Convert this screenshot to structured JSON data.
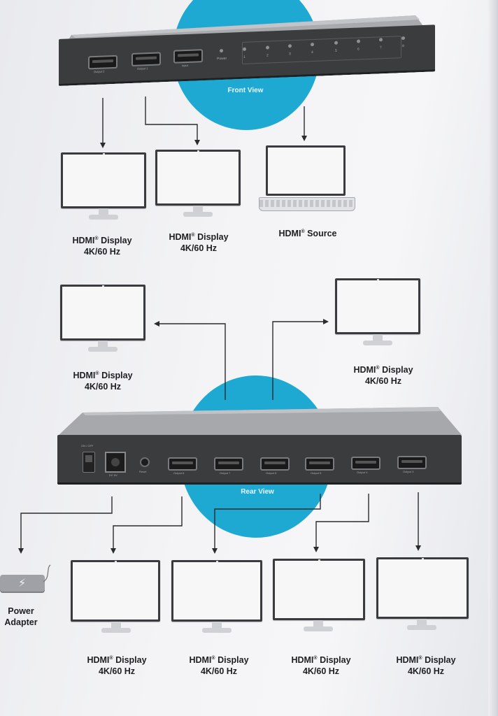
{
  "front": {
    "view_label": "Front View",
    "ports": [
      "Output 2",
      "Output 1",
      "Input"
    ],
    "power_label": "Power",
    "leds": [
      "1",
      "2",
      "3",
      "4",
      "5",
      "6",
      "7",
      "8"
    ]
  },
  "rear": {
    "view_label": "Rear View",
    "switch_label": "ON / OFF",
    "dc_label": "DC 5V",
    "reset_label": "Reset",
    "ports": [
      "Output 8",
      "Output 7",
      "Output 6",
      "Output 5",
      "Output 4",
      "Output 3"
    ]
  },
  "captions": {
    "display": "HDMI",
    "display_suffix": " Display",
    "spec": "4K/60 Hz",
    "source": "HDMI",
    "source_suffix": " Source",
    "reg": "®",
    "power_adapter_l1": "Power",
    "power_adapter_l2": "Adapter"
  },
  "colors": {
    "accent_circle": "#1ea9d2",
    "device_body": "#3b3c3e",
    "arrow": "#2a2b2e"
  },
  "icons": [
    "monitor-icon",
    "laptop-icon",
    "power-adapter-icon",
    "hdmi-port-icon",
    "lightning-icon"
  ]
}
